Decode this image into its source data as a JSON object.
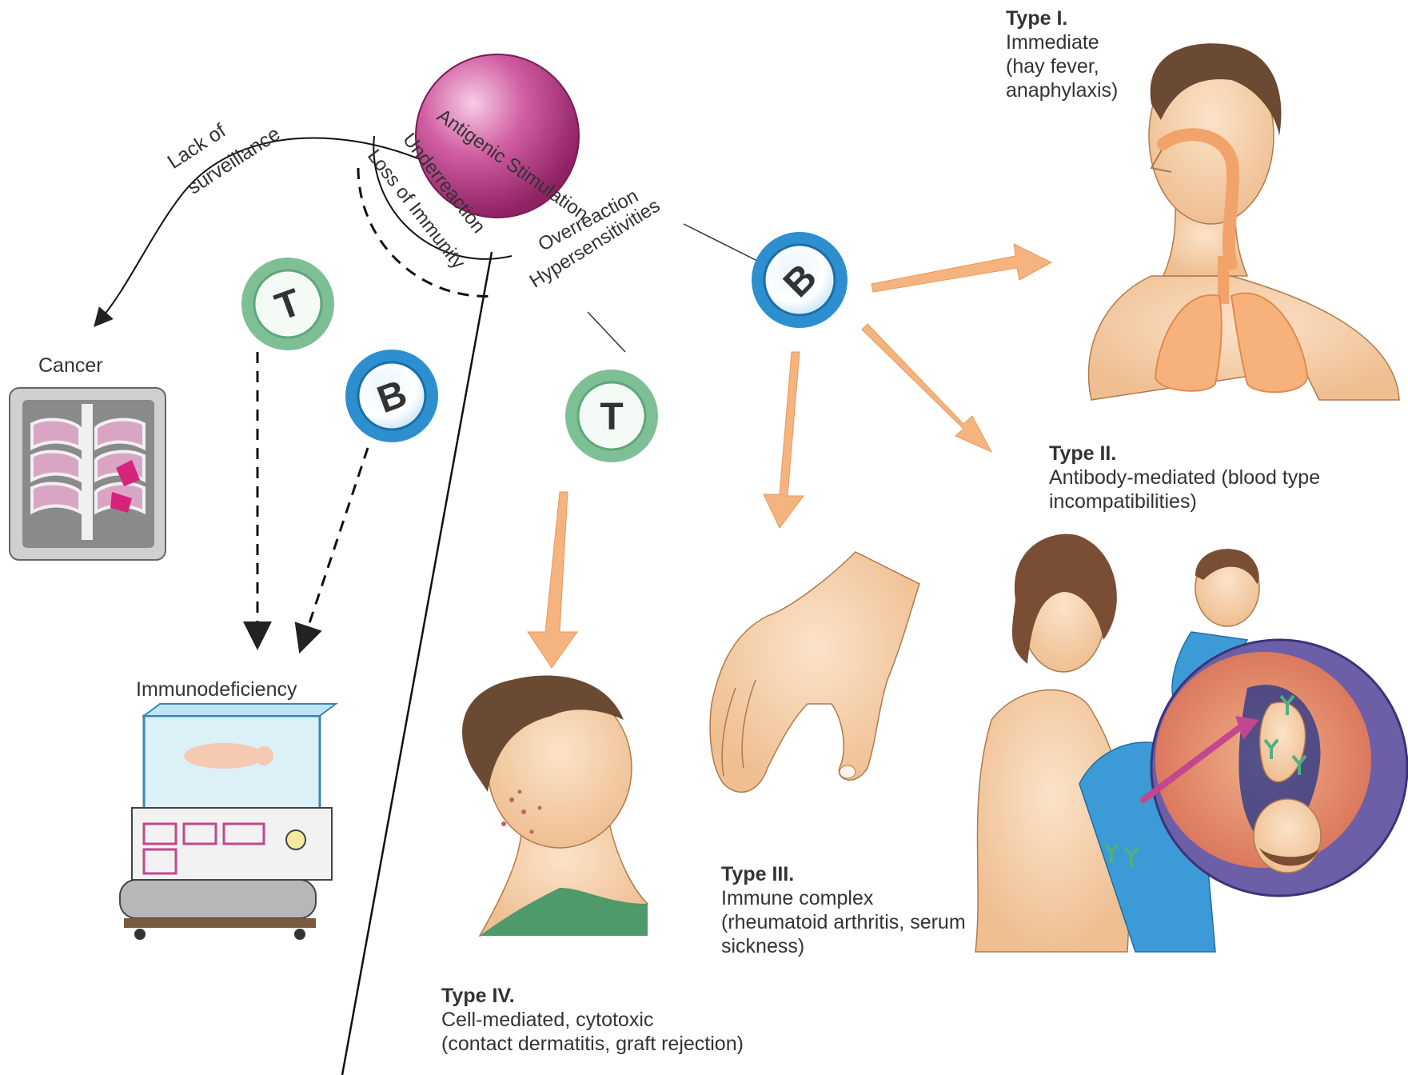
{
  "center": {
    "label": "Antigenic Stimulation"
  },
  "left_branch": {
    "lack": "Lack of",
    "surveillance": "surveillance",
    "underreaction": "Underreaction",
    "loss_of_immunity": "Loss of Immunity",
    "cancer": "Cancer",
    "immunodeficiency": "Immunodeficiency"
  },
  "right_branch": {
    "overreaction": "Overreaction",
    "hypersensitivities": "Hypersensitivities"
  },
  "cells": {
    "t": "T",
    "b": "B"
  },
  "types": {
    "type1": {
      "title": "Type I.",
      "l1": "Immediate",
      "l2": "(hay fever,",
      "l3": "anaphylaxis)"
    },
    "type2": {
      "title": "Type II.",
      "l1": "Antibody-mediated (blood type",
      "l2": "incompatibilities)"
    },
    "type3": {
      "title": "Type III.",
      "l1": "Immune complex",
      "l2": "(rheumatoid arthritis, serum",
      "l3": "sickness)"
    },
    "type4": {
      "title": "Type IV.",
      "l1": "Cell-mediated, cytotoxic",
      "l2": "(contact dermatitis, graft rejection)"
    }
  },
  "colors": {
    "sphere": "#c2478f",
    "t_cell": "#7fbf95",
    "b_cell": "#2d8fd0",
    "arrow": "#f5b37f",
    "skin": "#f6d2ae"
  }
}
